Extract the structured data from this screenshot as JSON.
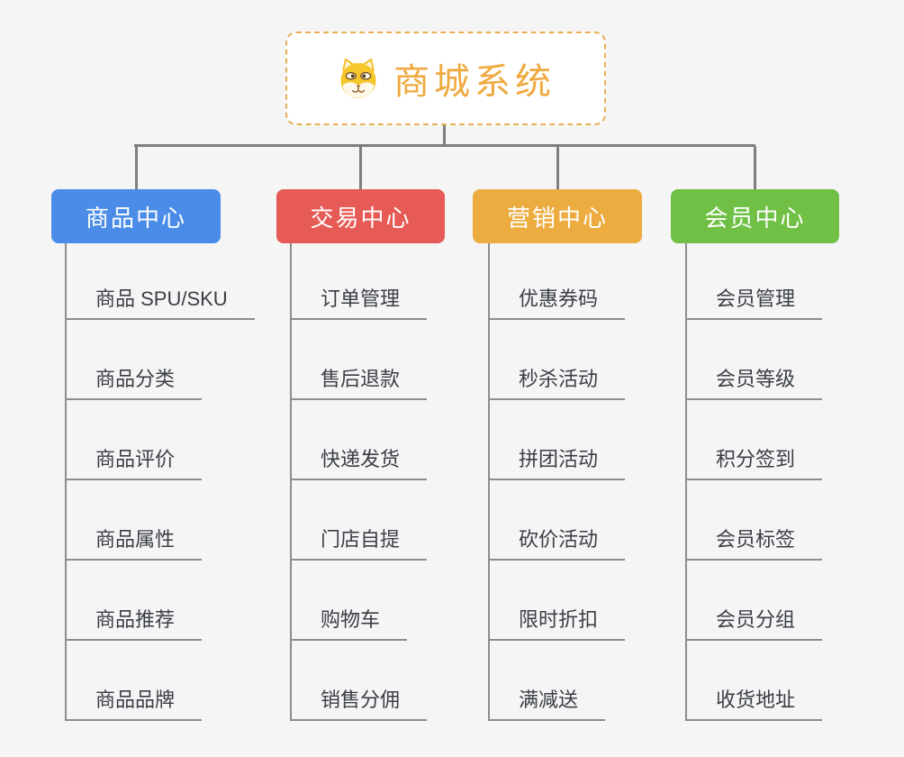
{
  "root": {
    "title": "商城系统",
    "icon": "dog-face-icon"
  },
  "colors": {
    "background": "#F5F5F6",
    "root_text": "#EFA93F",
    "root_border": "#EBAE55",
    "connector_main": "#7E7E7E",
    "connector_child": "#8D8D8D",
    "child_text": "#3A3E45",
    "branch_product": "#4A8CE8",
    "branch_trade": "#E65B55",
    "branch_marketing": "#ECAC40",
    "branch_member": "#6FC045"
  },
  "branches": [
    {
      "label": "商品中心",
      "color": "#4A8CE8",
      "items": [
        "商品 SPU/SKU",
        "商品分类",
        "商品评价",
        "商品属性",
        "商品推荐",
        "商品品牌"
      ]
    },
    {
      "label": "交易中心",
      "color": "#E65B55",
      "items": [
        "订单管理",
        "售后退款",
        "快递发货",
        "门店自提",
        "购物车",
        "销售分佣"
      ]
    },
    {
      "label": "营销中心",
      "color": "#ECAC40",
      "items": [
        "优惠券码",
        "秒杀活动",
        "拼团活动",
        "砍价活动",
        "限时折扣",
        "满减送"
      ]
    },
    {
      "label": "会员中心",
      "color": "#6FC045",
      "items": [
        "会员管理",
        "会员等级",
        "积分签到",
        "会员标签",
        "会员分组",
        "收货地址"
      ]
    }
  ]
}
